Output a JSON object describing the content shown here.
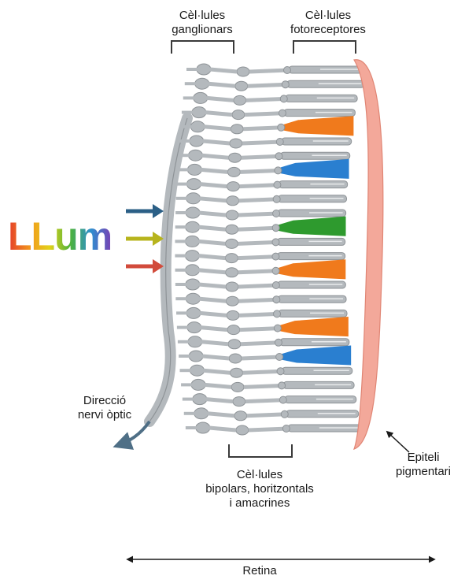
{
  "labels": {
    "ganglion": [
      "Cèl·lules",
      "ganglionars"
    ],
    "photoreceptors": [
      "Cèl·lules",
      "fotoreceptores"
    ],
    "optic_nerve": [
      "Direcció",
      "nervi òptic"
    ],
    "bipolar": [
      "Cèl·lules",
      "bipolars, horitzontals",
      "i amacrines"
    ],
    "pigment": [
      "Epiteli",
      "pigmentari"
    ],
    "retina": "Retina",
    "light": "LLum"
  },
  "colors": {
    "cell_gray": "#b4b9bd",
    "cell_outline": "#8e9397",
    "pigment_epithelium": "#f3a89a",
    "cone_orange": "#f07a1c",
    "cone_blue": "#2a7fd0",
    "cone_green": "#2e9a2e",
    "arrow_blue": "#2b5f86",
    "arrow_yellow": "#b7b41d",
    "arrow_red": "#d24b3b",
    "optic_arrow": "#4f6f86",
    "bracket": "#3a3a3a"
  },
  "icons": {
    "light_arrows": [
      "arrow-right-icon",
      "arrow-right-icon",
      "arrow-right-icon"
    ],
    "optic_direction": "arrow-down-left-icon",
    "pigment_pointer": "arrow-up-left-icon",
    "retina_span": "double-arrow-icon"
  }
}
